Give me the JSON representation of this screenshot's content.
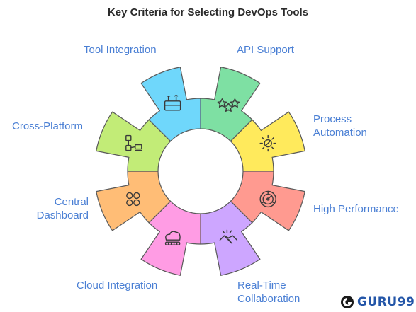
{
  "title": "Key Criteria for Selecting DevOps Tools",
  "segments": [
    {
      "label": "API Support",
      "color": "#7ee0a3",
      "icon": "stars-icon"
    },
    {
      "label": "Process Automation",
      "color": "#ffea5c",
      "icon": "gear-hand-icon"
    },
    {
      "label": "High Performance",
      "color": "#ff9a90",
      "icon": "speedometer-icon"
    },
    {
      "label": "Real-Time Collaboration",
      "color": "#cda6ff",
      "icon": "handshake-icon"
    },
    {
      "label": "Cloud Integration",
      "color": "#ff9ce4",
      "icon": "cloud-icon"
    },
    {
      "label": "Central Dashboard",
      "color": "#ffbd76",
      "icon": "grid-circles-icon"
    },
    {
      "label": "Cross-Platform",
      "color": "#c2ec77",
      "icon": "devices-icon"
    },
    {
      "label": "Tool Integration",
      "color": "#6fd7fb",
      "icon": "toolbox-icon"
    }
  ],
  "brand": {
    "name": "GURU99",
    "color": "#2456a8"
  }
}
